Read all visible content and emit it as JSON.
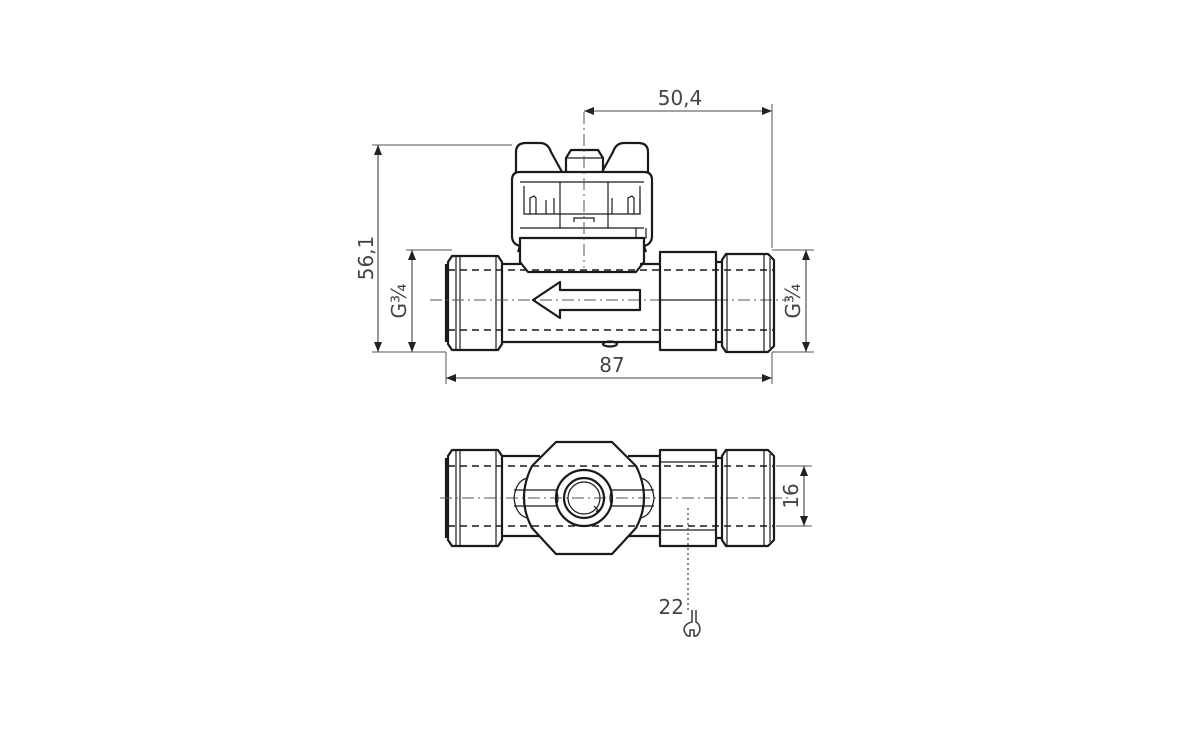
{
  "drawing": {
    "title": "Flow meter fitting — technical dimension drawing",
    "views": [
      {
        "name": "side-view",
        "description": "Side elevation with thermometer/sensor head and flow direction arrow"
      },
      {
        "name": "top-view",
        "description": "Plan view showing sensor port and wrench flats"
      }
    ],
    "dimensions": {
      "width_top_offset": "50,4",
      "height_total": "56,1",
      "thread_left": "G¾",
      "thread_right": "G¾",
      "length_total": "87",
      "bore_diameter": "16",
      "wrench_size": "22"
    },
    "flow_direction": "right-to-left",
    "colors": {
      "line": "#1a1a1a",
      "dimension": "#444444",
      "background": "#ffffff"
    }
  }
}
